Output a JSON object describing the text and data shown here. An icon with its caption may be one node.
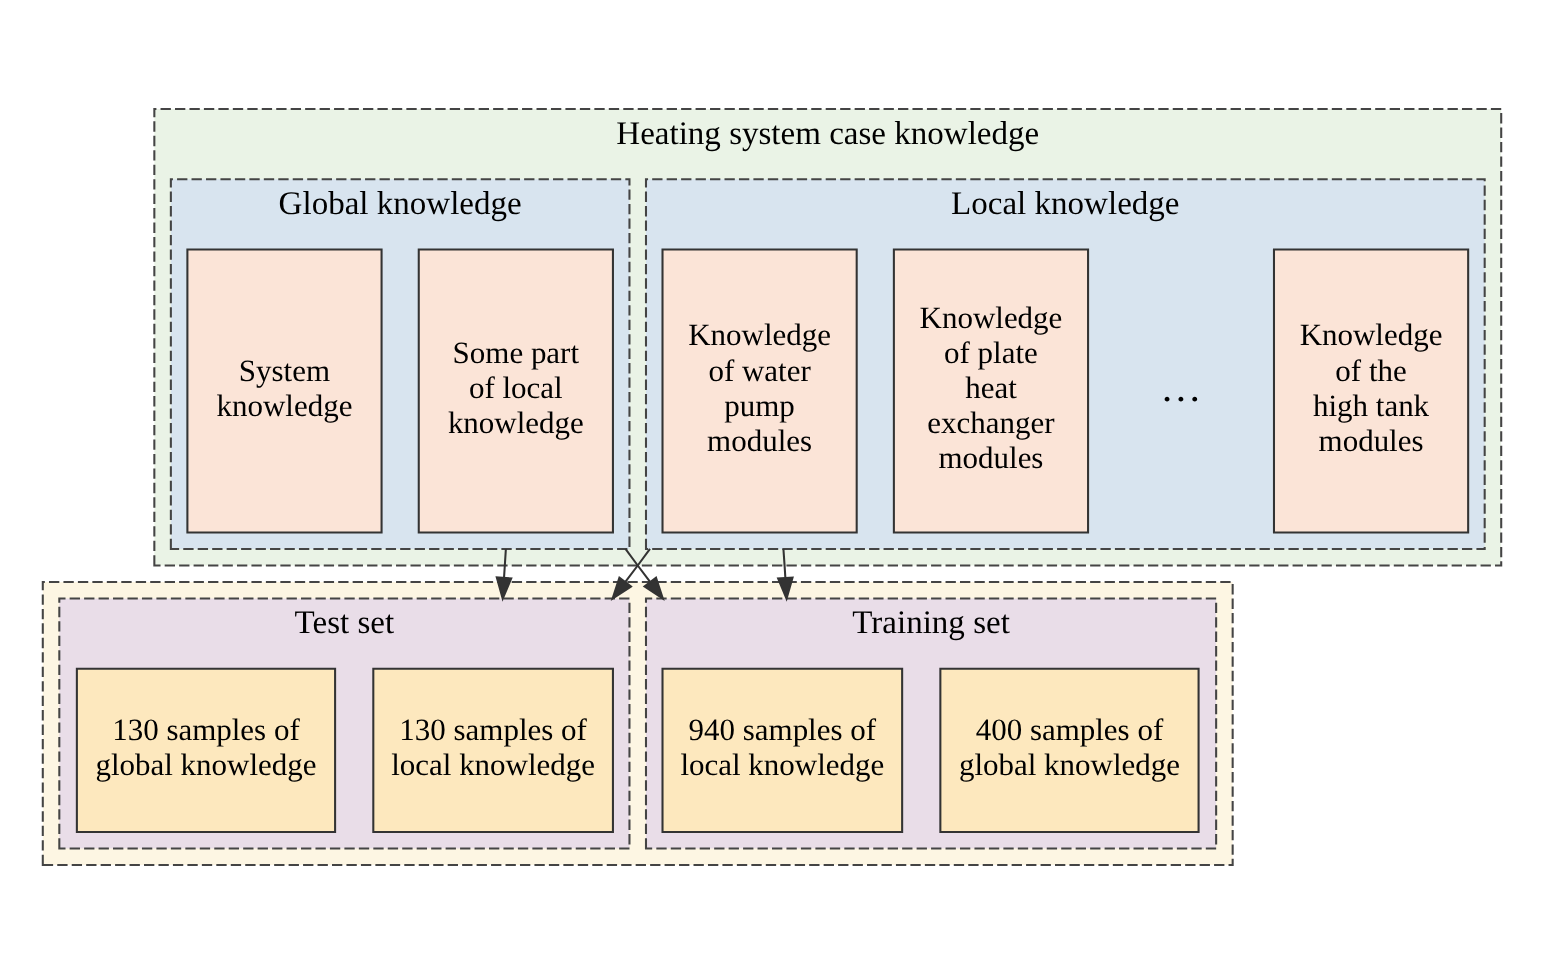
{
  "diagram": {
    "nodes": [
      {
        "text": [
          "Heating system case knowledge"
        ]
      },
      {
        "text": [
          "Local knowledge"
        ],
        "in": 0
      },
      {
        "text": [
          "Knowledge of water pump modules"
        ],
        "in": 1
      },
      {
        "text": [
          "Knowledge of plate heat exchanger modules"
        ],
        "in": 1
      },
      {
        "text": [
          "Knowledge of the high tank modules"
        ],
        "in": 1
      },
      {
        "text": [
          "Global knowledge"
        ],
        "in": 0
      },
      {
        "text": [
          "Some part of local knowledge"
        ],
        "in": 5
      },
      {
        "text": [
          "System knowledge"
        ],
        "in": 5
      },
      {
        "text": [],
        "shape": "box"
      },
      {
        "text": [
          "Training set"
        ],
        "in": 8
      },
      {
        "text": [
          "940 samples of local knowledge"
        ],
        "in": 9
      },
      {
        "text": [
          "400 samples of global knowledge"
        ],
        "in": 9
      },
      {
        "text": [
          "Test set"
        ],
        "in": 8
      },
      {
        "text": [
          "130 samples of local knowledge"
        ],
        "in": 12
      },
      {
        "text": [
          "130 samples of global knowledge"
        ],
        "in": 12
      }
    ],
    "edges": [
      {
        "from": 1,
        "to": 9,
        "arrow": "to"
      },
      {
        "from": 1,
        "to": 12,
        "arrow": "to"
      },
      {
        "from": 5,
        "to": 9,
        "arrow": "to"
      },
      {
        "from": 5,
        "to": 12,
        "arrow": "to"
      }
    ],
    "labels": [
      "…"
    ]
  }
}
